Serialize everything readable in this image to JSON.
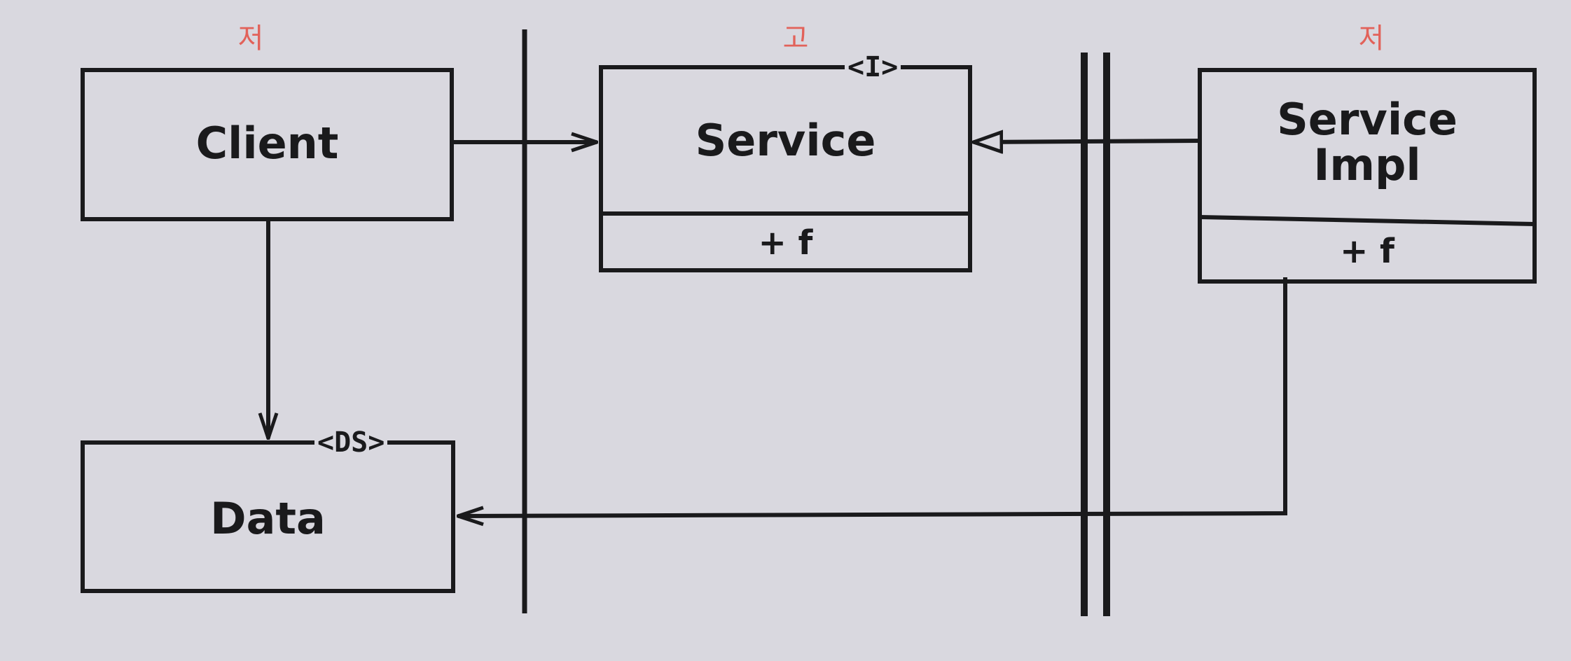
{
  "levels": {
    "left": "저",
    "middle": "고",
    "right": "저"
  },
  "classes": {
    "client": {
      "name": "Client"
    },
    "service": {
      "name": "Service",
      "stereotype": "<I>",
      "member": "+ f"
    },
    "service_impl": {
      "name": "Service\nImpl",
      "member": "+ f"
    },
    "data": {
      "name": "Data",
      "stereotype": "<DS>"
    }
  },
  "relations": [
    {
      "from": "Client",
      "to": "Service",
      "kind": "dependency"
    },
    {
      "from": "Client",
      "to": "Data",
      "kind": "dependency"
    },
    {
      "from": "Service Impl",
      "to": "Service",
      "kind": "realization"
    },
    {
      "from": "Service Impl",
      "to": "Data",
      "kind": "dependency"
    }
  ],
  "colors": {
    "background": "#d9d8df",
    "ink": "#1a1a1c",
    "level_text": "#e2625a"
  }
}
